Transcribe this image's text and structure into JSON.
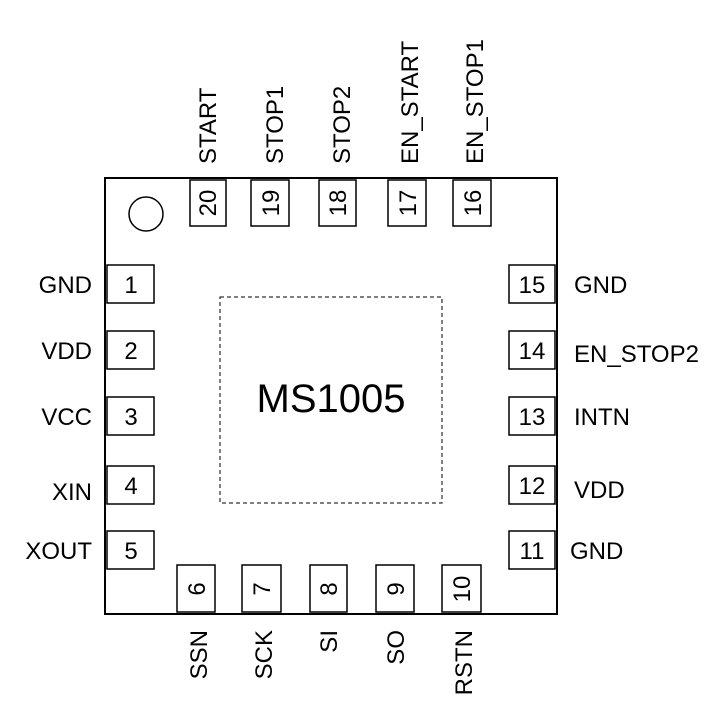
{
  "chip": {
    "name": "MS1005"
  },
  "pins": {
    "left": [
      {
        "number": "1",
        "name": "GND"
      },
      {
        "number": "2",
        "name": "VDD"
      },
      {
        "number": "3",
        "name": "VCC"
      },
      {
        "number": "4",
        "name": "XIN"
      },
      {
        "number": "5",
        "name": "XOUT"
      }
    ],
    "bottom": [
      {
        "number": "6",
        "name": "SSN"
      },
      {
        "number": "7",
        "name": "SCK"
      },
      {
        "number": "8",
        "name": "SI"
      },
      {
        "number": "9",
        "name": "SO"
      },
      {
        "number": "10",
        "name": "RSTN"
      }
    ],
    "right": [
      {
        "number": "11",
        "name": "GND"
      },
      {
        "number": "12",
        "name": "VDD"
      },
      {
        "number": "13",
        "name": "INTN"
      },
      {
        "number": "14",
        "name": "EN_STOP2"
      },
      {
        "number": "15",
        "name": "GND"
      }
    ],
    "top": [
      {
        "number": "16",
        "name": "EN_STOP1"
      },
      {
        "number": "17",
        "name": "EN_START"
      },
      {
        "number": "18",
        "name": "STOP2"
      },
      {
        "number": "19",
        "name": "STOP1"
      },
      {
        "number": "20",
        "name": "START"
      }
    ]
  }
}
